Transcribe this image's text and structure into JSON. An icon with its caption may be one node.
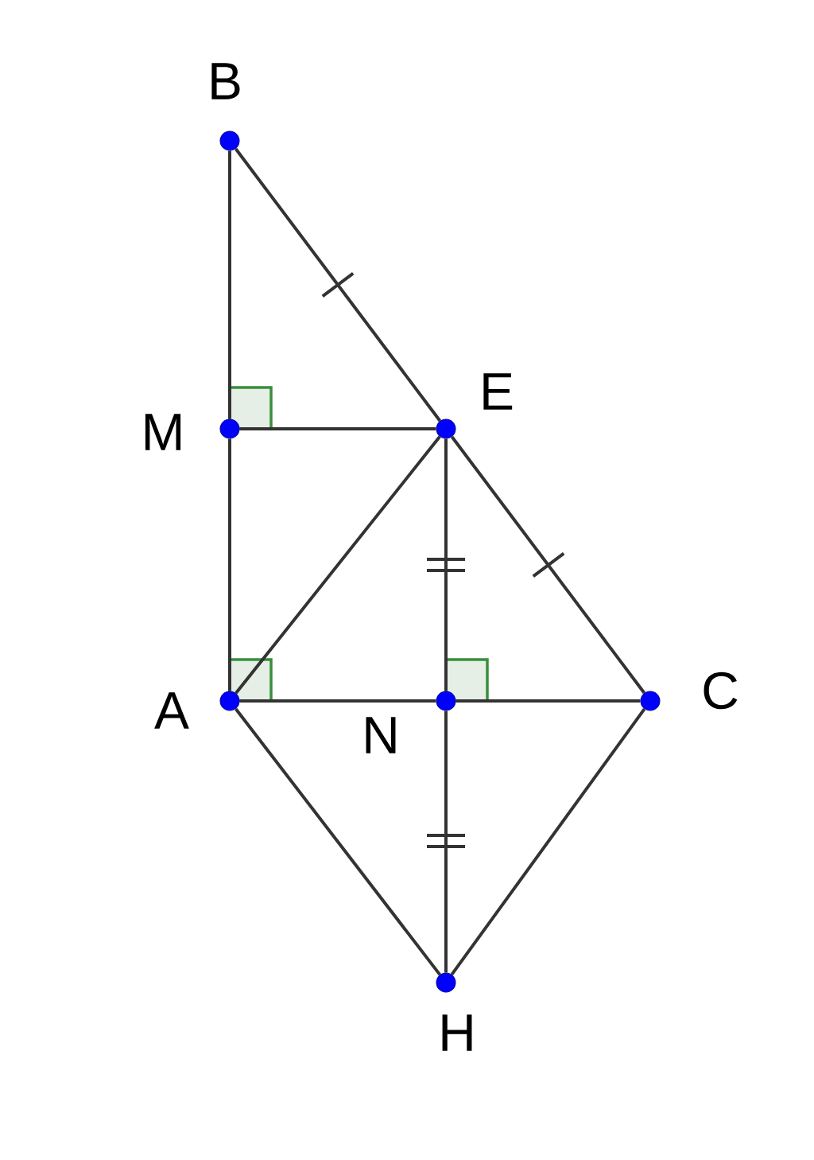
{
  "diagram": {
    "nodes": [
      {
        "text": [
          "B"
        ]
      },
      {
        "text": [
          "M"
        ]
      },
      {
        "text": [
          "E"
        ]
      },
      {
        "text": [
          "A"
        ]
      },
      {
        "text": [
          "N"
        ]
      },
      {
        "text": [
          "C"
        ]
      },
      {
        "text": [
          "H"
        ]
      }
    ],
    "edges": [
      {
        "from": 0,
        "to": 1,
        "arrow": "none"
      },
      {
        "from": 1,
        "to": 3,
        "arrow": "none"
      },
      {
        "from": 0,
        "to": 2,
        "arrow": "none"
      },
      {
        "from": 1,
        "to": 2,
        "arrow": "none"
      },
      {
        "from": 2,
        "to": 3,
        "arrow": "none"
      },
      {
        "from": 2,
        "to": 4,
        "arrow": "none"
      },
      {
        "from": 2,
        "to": 5,
        "arrow": "none"
      },
      {
        "from": 3,
        "to": 4,
        "arrow": "none"
      },
      {
        "from": 4,
        "to": 5,
        "arrow": "none"
      },
      {
        "from": 3,
        "to": 6,
        "arrow": "none"
      },
      {
        "from": 4,
        "to": 6,
        "arrow": "none"
      },
      {
        "from": 5,
        "to": 6,
        "arrow": "none"
      }
    ]
  }
}
